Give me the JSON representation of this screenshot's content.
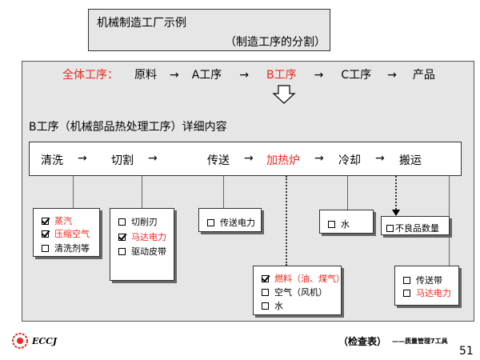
{
  "title": {
    "line1": "机械制造工厂示例",
    "line2": "（制造工序的分割）"
  },
  "overall_flow": {
    "label": "全体工序：",
    "items": [
      "原料",
      "A工序",
      "B工序",
      "C工序",
      "产品"
    ],
    "arrow": "→"
  },
  "section_label": "B工序（机械部品热处理工序）详细内容",
  "steps": [
    "清洗",
    "切割",
    "传送",
    "加热炉",
    "冷却",
    "搬运"
  ],
  "cards": {
    "wash": [
      {
        "label": "蒸汽",
        "checked": true
      },
      {
        "label": "压缩空气",
        "checked": true
      },
      {
        "label": "清洗剂等",
        "checked": false
      }
    ],
    "cut": [
      {
        "label": "切削刃",
        "checked": false
      },
      {
        "label": "马达电力",
        "checked": true
      },
      {
        "label": "驱动皮带",
        "checked": false
      }
    ],
    "transfer": [
      {
        "label": "传送电力",
        "checked": false
      }
    ],
    "furnace": [
      {
        "label": "燃料（油、煤气）",
        "checked": true
      },
      {
        "label": "空气（风机）",
        "checked": false
      },
      {
        "label": "水",
        "checked": false
      }
    ],
    "cool": [
      {
        "label": "水",
        "checked": false
      }
    ],
    "defect": [
      {
        "label": "不良品数量",
        "checked": false
      }
    ],
    "convey": [
      {
        "label": "传送带",
        "checked": false
      },
      {
        "label": "马达电力",
        "checked": false
      }
    ]
  },
  "colors": {
    "accent_red": "#e8281e",
    "panel_gray": "#e6e6e6"
  },
  "footer": {
    "logo_text": "ECCJ",
    "check_label": "（检查表）",
    "tool_label": "——质量管理7工具",
    "page_number": "51"
  }
}
